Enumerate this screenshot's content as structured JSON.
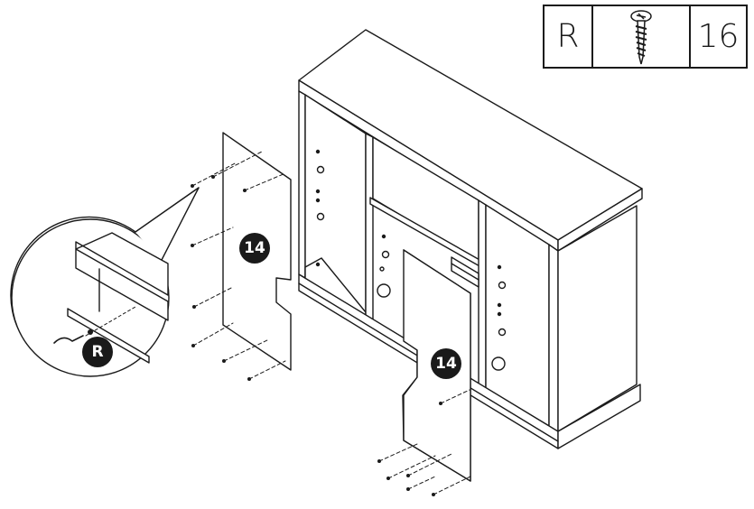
{
  "hardware": {
    "letter": "R",
    "icon": "screw-icon",
    "quantity": "16"
  },
  "panels": [
    {
      "label": "14"
    },
    {
      "label": "14"
    }
  ],
  "callout": {
    "label": "R"
  }
}
